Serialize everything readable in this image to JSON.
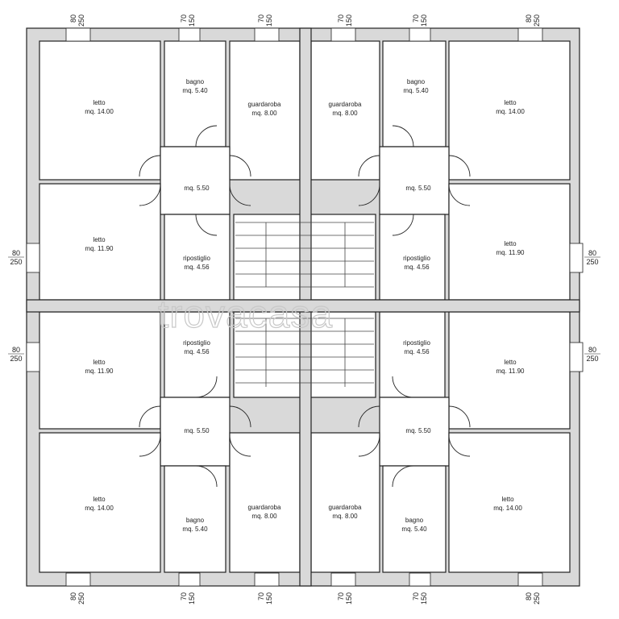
{
  "watermark": "trovacasa",
  "rooms": [
    {
      "name": "letto",
      "area": "mq. 14.00"
    },
    {
      "name": "bagno",
      "area": "mq. 5.40"
    },
    {
      "name": "guardaroba",
      "area": "mq. 8.00"
    },
    {
      "name": "guardaroba",
      "area": "mq. 8.00"
    },
    {
      "name": "bagno",
      "area": "mq. 5.40"
    },
    {
      "name": "letto",
      "area": "mq. 14.00"
    },
    {
      "name": "",
      "area": "mq. 5.50"
    },
    {
      "name": "",
      "area": "mq. 5.50"
    },
    {
      "name": "letto",
      "area": "mq. 11.90"
    },
    {
      "name": "ripostiglio",
      "area": "mq. 4.56"
    },
    {
      "name": "ripostiglio",
      "area": "mq. 4.56"
    },
    {
      "name": "letto",
      "area": "mq. 11.90"
    },
    {
      "name": "letto",
      "area": "mq. 11.90"
    },
    {
      "name": "ripostiglio",
      "area": "mq. 4.56"
    },
    {
      "name": "ripostiglio",
      "area": "mq. 4.56"
    },
    {
      "name": "letto",
      "area": "mq. 11.90"
    },
    {
      "name": "",
      "area": "mq. 5.50"
    },
    {
      "name": "",
      "area": "mq. 5.50"
    },
    {
      "name": "letto",
      "area": "mq. 14.00"
    },
    {
      "name": "bagno",
      "area": "mq. 5.40"
    },
    {
      "name": "guardaroba",
      "area": "mq. 8.00"
    },
    {
      "name": "guardaroba",
      "area": "mq. 8.00"
    },
    {
      "name": "bagno",
      "area": "mq. 5.40"
    },
    {
      "name": "letto",
      "area": "mq. 14.00"
    }
  ],
  "openings": [
    {
      "w": "80",
      "h": "250"
    },
    {
      "w": "70",
      "h": "150"
    },
    {
      "w": "70",
      "h": "150"
    },
    {
      "w": "70",
      "h": "150"
    },
    {
      "w": "70",
      "h": "150"
    },
    {
      "w": "80",
      "h": "250"
    },
    {
      "w": "80",
      "h": "250"
    },
    {
      "w": "80",
      "h": "250"
    },
    {
      "w": "80",
      "h": "250"
    },
    {
      "w": "80",
      "h": "250"
    },
    {
      "w": "80",
      "h": "250"
    },
    {
      "w": "70",
      "h": "150"
    },
    {
      "w": "70",
      "h": "150"
    },
    {
      "w": "70",
      "h": "150"
    },
    {
      "w": "70",
      "h": "150"
    },
    {
      "w": "80",
      "h": "250"
    }
  ]
}
